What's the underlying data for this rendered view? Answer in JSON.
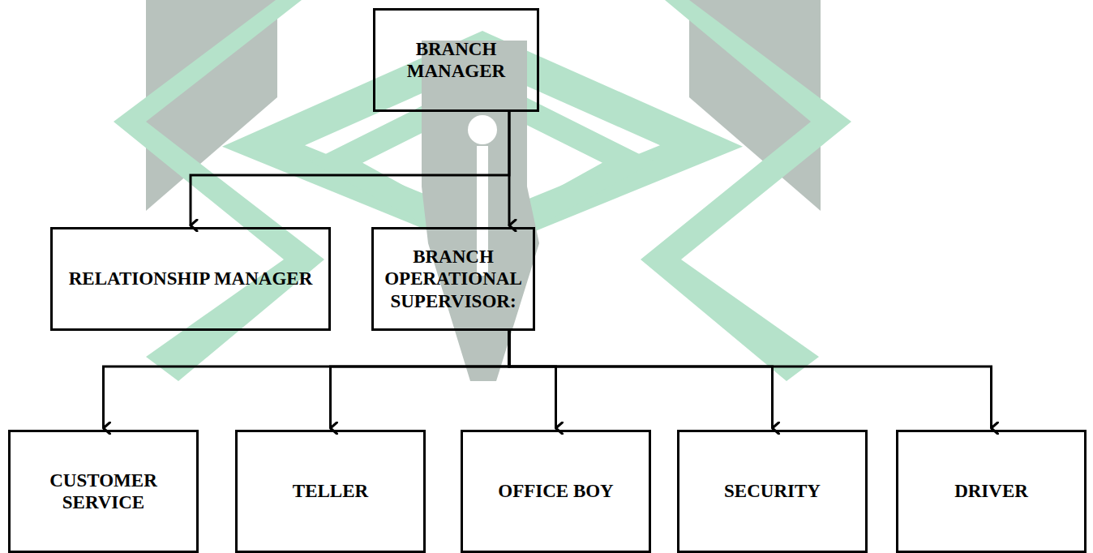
{
  "diagram": {
    "nodes": [
      {
        "text": [
          "BRANCH MANAGER"
        ]
      },
      {
        "text": [
          "RELATIONSHIP MANAGER"
        ]
      },
      {
        "text": [
          "BRANCH OPERATIONAL SUPERVISOR:"
        ]
      },
      {
        "text": [
          "CUSTOMER SERVICE"
        ]
      },
      {
        "text": [
          "TELLER"
        ]
      },
      {
        "text": [
          "OFFICE BOY"
        ]
      },
      {
        "text": [
          "SECURITY"
        ]
      },
      {
        "text": [
          "DRIVER"
        ]
      }
    ],
    "edges": [
      {
        "from": 0,
        "to": 1,
        "arrow": "to"
      },
      {
        "from": 0,
        "to": 2,
        "arrow": "to"
      },
      {
        "from": 2,
        "to": 3,
        "arrow": "to"
      },
      {
        "from": 2,
        "to": 4,
        "arrow": "to"
      },
      {
        "from": 2,
        "to": 5,
        "arrow": "to"
      },
      {
        "from": 2,
        "to": 6,
        "arrow": "to"
      },
      {
        "from": 2,
        "to": 7,
        "arrow": "to"
      }
    ]
  }
}
